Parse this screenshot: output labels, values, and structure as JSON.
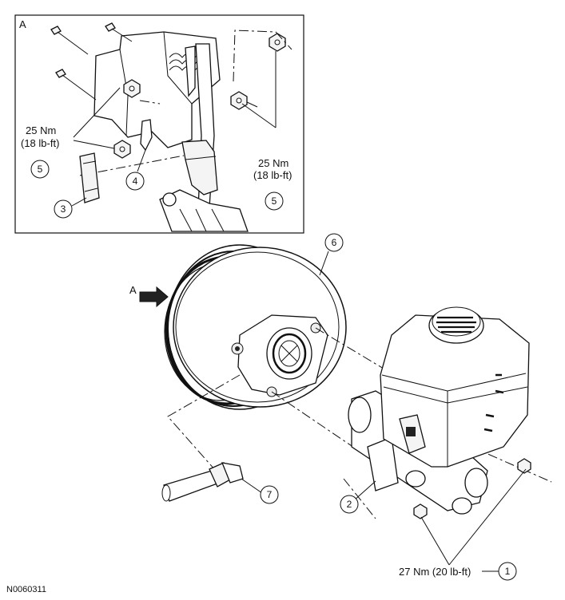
{
  "inset": {
    "view_letter": "A"
  },
  "view_arrow_label": "A",
  "torque": {
    "pedal_nuts_left": [
      "25 Nm",
      "(18 lb-ft)"
    ],
    "pedal_nuts_right": [
      "25 Nm",
      "(18 lb-ft)"
    ],
    "master_cylinder_nuts": "27 Nm (20 lb-ft)"
  },
  "callouts": {
    "c1": "1",
    "c2": "2",
    "c3": "3",
    "c4": "4",
    "c5_left": "5",
    "c5_right": "5",
    "c6": "6",
    "c7": "7"
  },
  "figure_id": "N0060311"
}
